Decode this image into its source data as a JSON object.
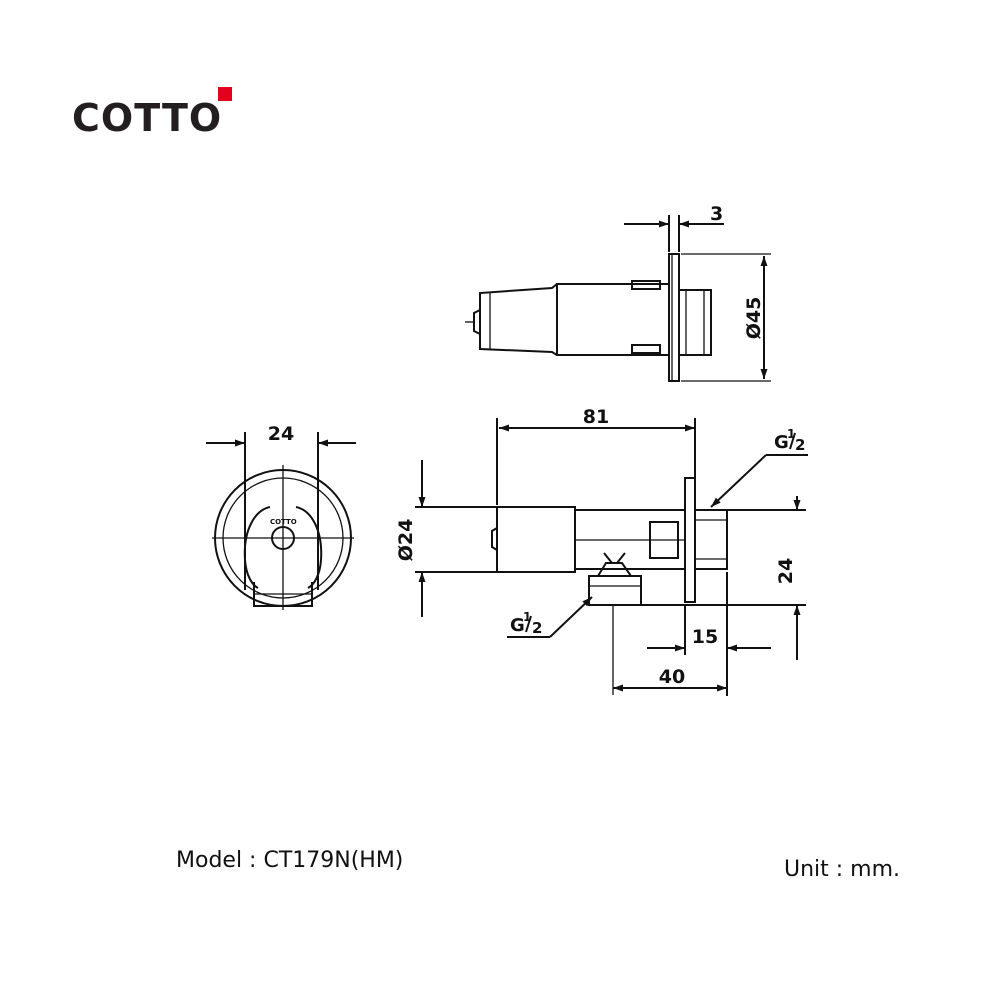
{
  "brand": {
    "logo_text": "COTTO",
    "accent": "#e3001b"
  },
  "drawing": {
    "dimensions": {
      "flange_thickness": "3",
      "flange_diameter": "Ø45",
      "overall_length": "81",
      "body_diameter": "Ø24",
      "front_width": "24",
      "outlet_height": "24",
      "flange_offset": "15",
      "outlet_offset": "40"
    },
    "thread_inlet": {
      "prefix": "G",
      "num": "1",
      "den": "2"
    },
    "thread_outlet": {
      "prefix": "G",
      "num": "1",
      "den": "2"
    },
    "small_logo": "COTTO"
  },
  "footer": {
    "model": "Model : CT179N(HM)",
    "unit": "Unit : mm."
  }
}
